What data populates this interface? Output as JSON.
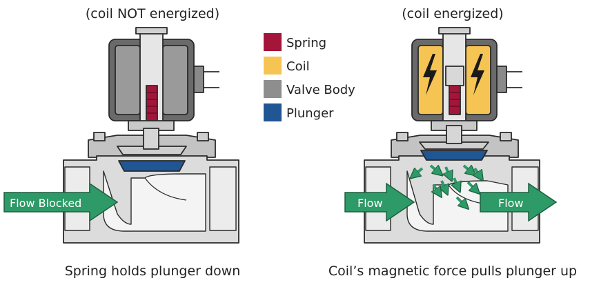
{
  "left_panel": {
    "title": "(coil NOT energized)",
    "flow_label": "Flow Blocked",
    "caption": "Spring holds plunger down"
  },
  "right_panel": {
    "title": "(coil energized)",
    "flow_in_label": "Flow",
    "flow_out_label": "Flow",
    "caption": "Coil’s magnetic force pulls plunger up"
  },
  "legend": [
    {
      "label": "Spring",
      "color": "#a3163a"
    },
    {
      "label": "Coil",
      "color": "#f6c453"
    },
    {
      "label": "Valve Body",
      "color": "#8e8e8e"
    },
    {
      "label": "Plunger",
      "color": "#1f5693"
    }
  ],
  "colors": {
    "body_light": "#dcdcdc",
    "body_mid": "#bdbdbd",
    "coil_dark": "#5e5e5e",
    "flow_arrow": "#2e9a67",
    "outline": "#2a2a2a"
  }
}
